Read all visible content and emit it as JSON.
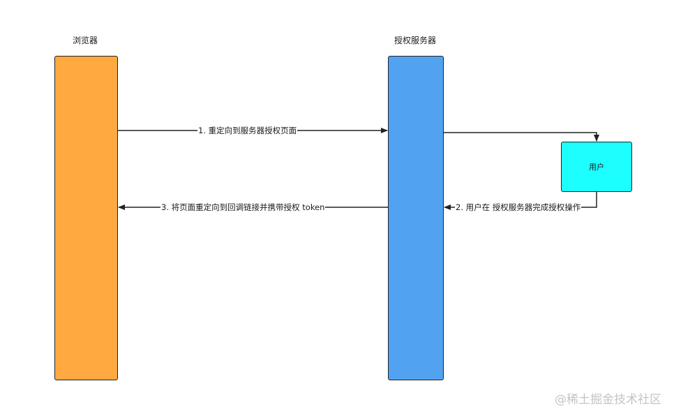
{
  "lanes": {
    "browser_label": "浏览器",
    "auth_server_label": "授权服务器",
    "user_label": "用户"
  },
  "messages": {
    "step1": "1. 重定向到服务器授权页面",
    "step2": "2. 用户在 授权服务器完成授权操作",
    "step3": "3. 将页面重定向到回调链接并携带授权 token"
  },
  "colors": {
    "browser": "#FFA940",
    "auth_server": "#52A2F2",
    "user": "#1DFFFF"
  },
  "watermark": "@稀土掘金技术社区"
}
